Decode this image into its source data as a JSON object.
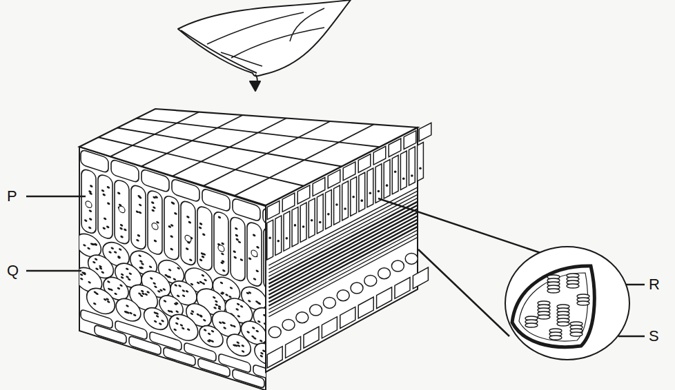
{
  "diagram": {
    "labels": [
      "P",
      "Q",
      "R",
      "S"
    ]
  }
}
